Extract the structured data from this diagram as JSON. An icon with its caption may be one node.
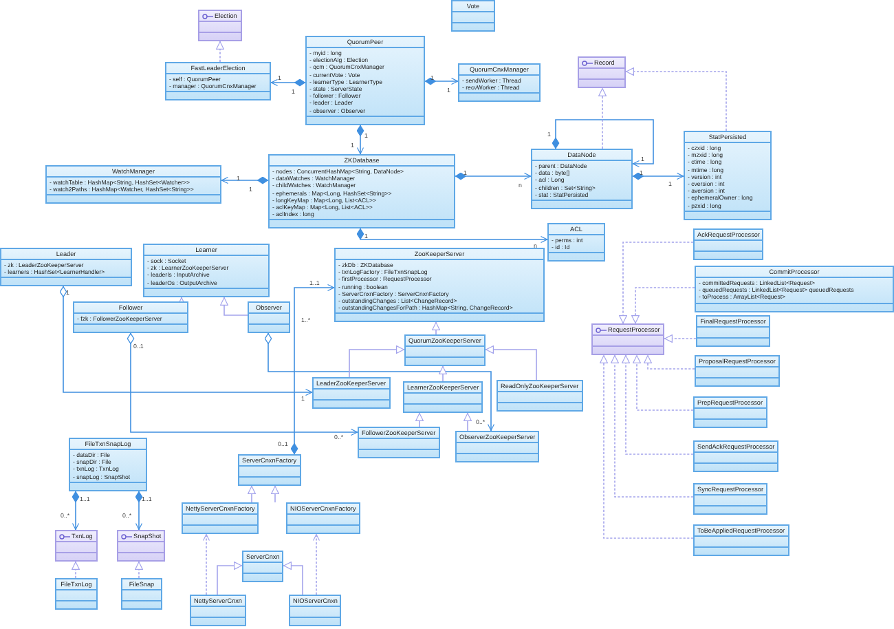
{
  "diagram": {
    "nodes": [
      {
        "text": [
          "Election"
        ]
      },
      {
        "text": [
          "FastLeaderElection",
          "- self : QuorumPeer",
          "- manager : QuorumCnxManager"
        ]
      },
      {
        "text": [
          "QuorumPeer",
          "- myid : long",
          "- electionAlg : Election",
          "- qcm : QuorumCnxManager",
          "- currentVote : Vote",
          "- learnerType : LearnerType",
          "- state : ServerState",
          "- follower : Follower",
          "- leader : Leader",
          "- observer : Observer"
        ]
      },
      {
        "text": [
          "Vote"
        ]
      },
      {
        "text": [
          "QuorumCnxManager",
          "- sendWorker : Thread",
          "- recvWorker : Thread"
        ]
      },
      {
        "text": [
          "Record"
        ]
      },
      {
        "text": [
          "DataNode",
          "- parent : DataNode",
          "- data : byte[]",
          "- acl : Long",
          "- children : Set<String>",
          "- stat : StatPersisted"
        ]
      },
      {
        "text": [
          "StatPersisted",
          "- czxid : long",
          "- mzxid : long",
          "- ctime : long",
          "- mtime : long",
          "- version : int",
          "- cversion : int",
          "- aversion : int",
          "- ephemeralOwner : long",
          "- pzxid : long"
        ]
      },
      {
        "text": [
          "WatchManager",
          "- watchTable : HashMap<String, HashSet<Watcher>>",
          "- watch2Paths : HashMap<Watcher, HashSet<String>>"
        ]
      },
      {
        "text": [
          "ZKDatabase",
          "- nodes : ConcurrentHashMap<String, DataNode>",
          "- dataWatches : WatchManager",
          "- childWatches : WatchManager",
          "- ephemerals : Map<Long, HashSet<String>>",
          "- longKeyMap : Map<Long, List<ACL>>",
          "- aclKeyMap : Map<Long, List<ACL>>",
          "- aclIndex : long"
        ]
      },
      {
        "text": [
          "ACL",
          "- perms : int",
          "- id : Id"
        ]
      },
      {
        "text": [
          "Leader",
          "- zk : LeaderZooKeeperServer",
          "- learners : HashSet<LearnerHandler>"
        ]
      },
      {
        "text": [
          "Learner",
          "- sock : Socket",
          "- zk : LearnerZooKeeperServer",
          "- leaderIs : InputArchive",
          "- leaderOs : OutputArchive"
        ]
      },
      {
        "text": [
          "ZooKeeperServer",
          "- zkDb : ZKDatabase",
          "- txnLogFactory : FileTxnSnapLog",
          "- firstProcessor : RequestProcessor",
          "- running : boolean",
          "- ServerCnxnFactory : ServerCnxnFactory",
          "- outstandingChanges : List<ChangeRecord>",
          "- outstandingChangesForPath : HashMap<String, ChangeRecord>"
        ]
      },
      {
        "text": [
          "Follower",
          "- fzk : FollowerZooKeeperServer"
        ]
      },
      {
        "text": [
          "Observer"
        ]
      },
      {
        "text": [
          "QuorumZooKeeperServer"
        ]
      },
      {
        "text": [
          "AckRequestProcessor"
        ]
      },
      {
        "text": [
          "CommitProcessor",
          "- committedRequests : LinkedList<Request>",
          "- queuedRequests : LinkedList<Request> queuedRequests",
          "- toProcess : ArrayList<Request>"
        ]
      },
      {
        "text": [
          "RequestProcessor"
        ]
      },
      {
        "text": [
          "FinalRequestProcessor"
        ]
      },
      {
        "text": [
          "LeaderZooKeeperServer"
        ]
      },
      {
        "text": [
          "LearnerZooKeeperServer"
        ]
      },
      {
        "text": [
          "ReadOnlyZooKeeperServer"
        ]
      },
      {
        "text": [
          "ProposalRequestProcessor"
        ]
      },
      {
        "text": [
          "PrepRequestProcessor"
        ]
      },
      {
        "text": [
          "FileTxnSnapLog",
          "- dataDir : File",
          "- snapDir : File",
          "- txnLog : TxnLog",
          "- snapLog : SnapShot"
        ]
      },
      {
        "text": [
          "FollowerZooKeeperServer"
        ]
      },
      {
        "text": [
          "ObserverZooKeeperServer"
        ]
      },
      {
        "text": [
          "SendAckRequestProcessor"
        ]
      },
      {
        "text": [
          "ServerCnxnFactory"
        ]
      },
      {
        "text": [
          "NettyServerCnxnFactory"
        ]
      },
      {
        "text": [
          "NIOServerCnxnFactory"
        ]
      },
      {
        "text": [
          "SyncRequestProcessor"
        ]
      },
      {
        "text": [
          "TxnLog"
        ]
      },
      {
        "text": [
          "SnapShot"
        ]
      },
      {
        "text": [
          "ServerCnxn"
        ]
      },
      {
        "text": [
          "ToBeAppliedRequestProcessor"
        ]
      },
      {
        "text": [
          "FileTxnLog"
        ]
      },
      {
        "text": [
          "FileSnap"
        ]
      },
      {
        "text": [
          "NettyServerCnxn"
        ]
      },
      {
        "text": [
          "NIOServerCnxn"
        ]
      }
    ],
    "edges": [
      {
        "from": 1,
        "to": 0,
        "arrow": "to",
        "style": "dashed"
      },
      {
        "from": 2,
        "to": 1,
        "arrow": "to",
        "color": "#3f8fe0"
      },
      {
        "from": 2,
        "to": 4,
        "arrow": "to",
        "color": "#3f8fe0"
      },
      {
        "from": 2,
        "to": 9,
        "arrow": "to",
        "color": "#3f8fe0"
      },
      {
        "from": 9,
        "to": 8,
        "arrow": "to",
        "color": "#3f8fe0"
      },
      {
        "from": 9,
        "to": 6,
        "arrow": "to",
        "color": "#3f8fe0"
      },
      {
        "from": 6,
        "to": 6,
        "arrow": "to",
        "color": "#3f8fe0"
      },
      {
        "from": 6,
        "to": 5,
        "arrow": "to",
        "style": "dashed"
      },
      {
        "from": 6,
        "to": 7,
        "arrow": "to",
        "color": "#3f8fe0"
      },
      {
        "from": 7,
        "to": 5,
        "arrow": "to",
        "style": "dashed"
      },
      {
        "from": 9,
        "to": 10,
        "arrow": "to",
        "color": "#3f8fe0"
      },
      {
        "from": 11,
        "to": 21,
        "arrow": "to",
        "color": "#3f8fe0"
      },
      {
        "from": 14,
        "to": 12,
        "arrow": "to"
      },
      {
        "from": 15,
        "to": 12,
        "arrow": "to"
      },
      {
        "from": 14,
        "to": 27,
        "arrow": "to",
        "color": "#3f8fe0"
      },
      {
        "from": 15,
        "to": 28,
        "arrow": "to",
        "color": "#3f8fe0"
      },
      {
        "from": 30,
        "to": 13,
        "arrow": "to",
        "color": "#3f8fe0"
      },
      {
        "from": 26,
        "to": 34,
        "arrow": "to",
        "color": "#3f8fe0"
      },
      {
        "from": 26,
        "to": 35,
        "arrow": "to",
        "color": "#3f8fe0"
      },
      {
        "from": 16,
        "to": 13,
        "arrow": "to"
      },
      {
        "from": 21,
        "to": 16,
        "arrow": "to"
      },
      {
        "from": 22,
        "to": 16,
        "arrow": "to"
      },
      {
        "from": 23,
        "to": 16,
        "arrow": "to"
      },
      {
        "from": 27,
        "to": 22,
        "arrow": "to"
      },
      {
        "from": 28,
        "to": 22,
        "arrow": "to"
      },
      {
        "from": 31,
        "to": 30,
        "arrow": "to"
      },
      {
        "from": 32,
        "to": 30,
        "arrow": "to"
      },
      {
        "from": 38,
        "to": 34,
        "arrow": "to",
        "style": "dashed"
      },
      {
        "from": 39,
        "to": 35,
        "arrow": "to",
        "style": "dashed"
      },
      {
        "from": 40,
        "to": 36,
        "arrow": "to"
      },
      {
        "from": 41,
        "to": 36,
        "arrow": "to"
      },
      {
        "from": 40,
        "to": 31,
        "arrow": "to",
        "style": "dashed"
      },
      {
        "from": 41,
        "to": 32,
        "arrow": "to",
        "style": "dashed"
      },
      {
        "from": 17,
        "to": 19,
        "arrow": "to",
        "style": "dashed"
      },
      {
        "from": 18,
        "to": 19,
        "arrow": "to",
        "style": "dashed"
      },
      {
        "from": 20,
        "to": 19,
        "arrow": "to",
        "style": "dashed"
      },
      {
        "from": 24,
        "to": 19,
        "arrow": "to",
        "style": "dashed"
      },
      {
        "from": 25,
        "to": 19,
        "arrow": "to",
        "style": "dashed"
      },
      {
        "from": 29,
        "to": 19,
        "arrow": "to",
        "style": "dashed"
      },
      {
        "from": 33,
        "to": 19,
        "arrow": "to",
        "style": "dashed"
      },
      {
        "from": 37,
        "to": 19,
        "arrow": "to",
        "style": "dashed"
      }
    ],
    "labels": [
      "1",
      "1",
      "1",
      "1",
      "1",
      "1",
      "1",
      "1",
      "1",
      "n",
      "1",
      "1",
      "1",
      "1",
      "1",
      "n",
      "1",
      "1",
      "0..1",
      "0..*",
      "0..*",
      "0..1",
      "1..1",
      "1..*",
      "1..1",
      "0..*",
      "1..1",
      "0..*"
    ]
  }
}
